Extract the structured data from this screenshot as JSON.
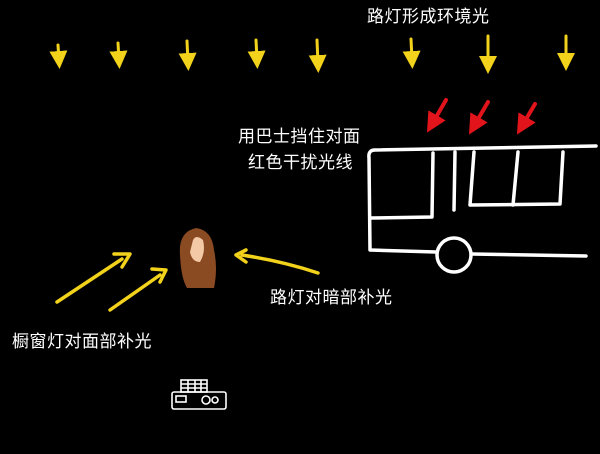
{
  "labels": {
    "ambient": "路灯形成环境光",
    "bus_line1": "用巴士挡住对面",
    "bus_line2": "红色干扰光线",
    "street_fill": "路灯对暗部补光",
    "window_fill": "橱窗灯对面部补光"
  },
  "colors": {
    "background": "#000000",
    "ambient_arrow": "#f2d21b",
    "fill_arrow": "#f2d21b",
    "red_arrow": "#e0141a",
    "bus_outline": "#ffffff",
    "hair": "#8a4a22",
    "skin": "#f3c9a6",
    "text": "#ffffff"
  },
  "icons": {
    "person": "woman-portrait-icon",
    "camera": "camera-icon",
    "bus": "bus-outline-icon"
  }
}
